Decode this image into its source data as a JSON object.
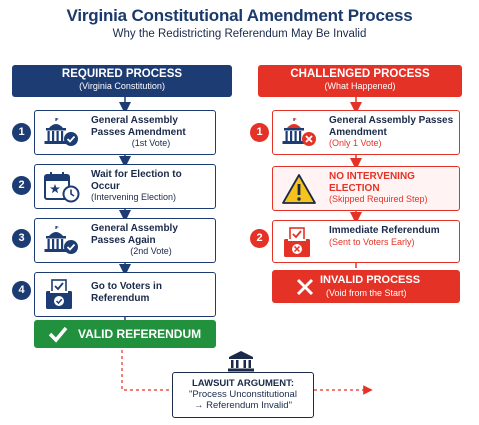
{
  "title": "Virginia Constitutional Amendment Process",
  "subtitle": "Why the Redistricting Referendum May Be Invalid",
  "required": {
    "heading": "REQUIRED PROCESS",
    "subheading": "(Virginia Constitution)",
    "steps": [
      {
        "number": "1",
        "title": "General Assembly Passes Amendment",
        "note": "(1st Vote)",
        "icon": "capitol-check-icon"
      },
      {
        "number": "2",
        "title": "Wait for Election to Occur",
        "note": "(Intervening Election)",
        "icon": "calendar-clock-icon"
      },
      {
        "number": "3",
        "title": "General Assembly Passes Again",
        "note": "(2nd Vote)",
        "icon": "capitol-check-icon"
      },
      {
        "number": "4",
        "title": "Go to Voters in Referendum",
        "note": "",
        "icon": "ballot-box-icon"
      }
    ],
    "result": "VALID REFERENDUM"
  },
  "challenged": {
    "heading": "CHALLENGED PROCESS",
    "subheading": "(What Happened)",
    "steps": [
      {
        "number": "1",
        "title": "General Assembly Passes Amendment",
        "note": "(Only 1 Vote)",
        "icon": "capitol-x-icon"
      },
      {
        "number": "",
        "title": "NO INTERVENING ELECTION",
        "note": "(Skipped Required Step)",
        "icon": "warning-icon"
      },
      {
        "number": "2",
        "title": "Immediate Referendum",
        "note": "(Sent to Voters Early)",
        "icon": "ballot-box-x-icon"
      }
    ],
    "result": "INVALID PROCESS",
    "result_note": "(Void from the Start)"
  },
  "lawsuit": {
    "heading": "LAWSUIT ARGUMENT:",
    "line1": "\"Process Unconstitutional",
    "line2": "→ Referendum Invalid\""
  },
  "colors": {
    "navy": "#1d3c74",
    "red": "#e53227",
    "green": "#21913d"
  }
}
